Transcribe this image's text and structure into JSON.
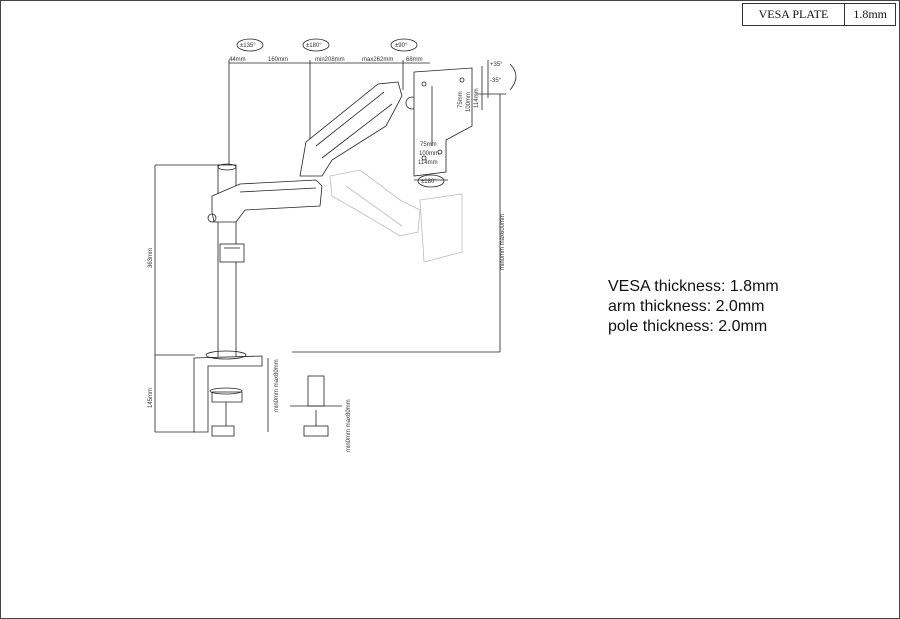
{
  "title_block": {
    "label": "VESA PLATE",
    "value": "1.8mm"
  },
  "rotations": {
    "r1": "±135°",
    "r2": "±180°",
    "r3": "±90°",
    "r4": "±180°"
  },
  "tilt": {
    "up": "+35°",
    "down": "-35°"
  },
  "dimensions": {
    "d44": "44mm",
    "d160": "160mm",
    "dmin208": "min208mm",
    "dmax262": "max262mm",
    "d68": "68mm",
    "d363": "363mm",
    "d145": "145mm",
    "clamp_a": "min0mm max80mm",
    "clamp_b": "min0mm max80mm",
    "reach": "min0mm max600mm",
    "vesa_h75": "75mm",
    "vesa_h100": "100mm",
    "vesa_h114": "114mm",
    "vesa_v75": "75mm",
    "vesa_v100": "100mm",
    "vesa_v114": "114mm"
  },
  "notes": [
    "VESA thickness: 1.8mm",
    "arm thickness: 2.0mm",
    "pole thickness: 2.0mm"
  ]
}
